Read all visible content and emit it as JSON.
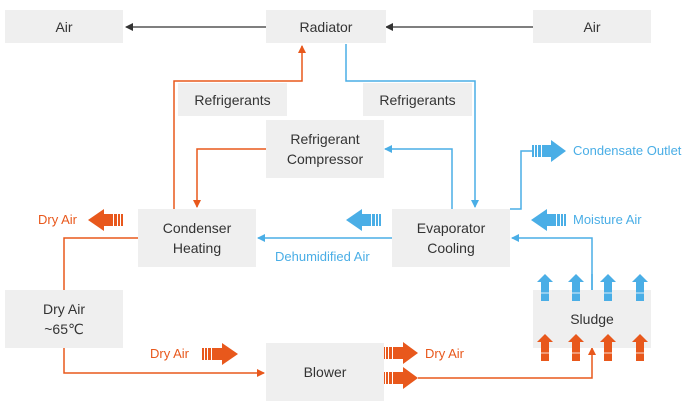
{
  "colors": {
    "hot": "#e8581c",
    "cold": "#4aaee6",
    "neutral": "#333333",
    "box_fill": "#efefef"
  },
  "nodes": {
    "air_left": "Air",
    "radiator": "Radiator",
    "air_right": "Air",
    "refrigerants_left": "Refrigerants",
    "refrigerants_right": "Refrigerants",
    "compressor_line1": "Refrigerant",
    "compressor_line2": "Compressor",
    "condenser_line1": "Condenser",
    "condenser_line2": "Heating",
    "evaporator_line1": "Evaporator",
    "evaporator_line2": "Cooling",
    "dry_air_box_line1": "Dry Air",
    "dry_air_box_line2": "~65℃",
    "blower": "Blower",
    "sludge": "Sludge"
  },
  "labels": {
    "dry_air_out": "Dry Air",
    "dehumidified_air": "Dehumidified Air",
    "condensate_outlet": "Condensate Outlet",
    "moisture_air": "Moisture Air",
    "dry_air_to_blower": "Dry Air",
    "dry_air_from_blower": "Dry Air"
  },
  "icons": {
    "flow_arrow_hot": "block-arrow-striped",
    "flow_arrow_cold": "block-arrow-striped",
    "sludge_up_arrow": "up-arrow"
  }
}
